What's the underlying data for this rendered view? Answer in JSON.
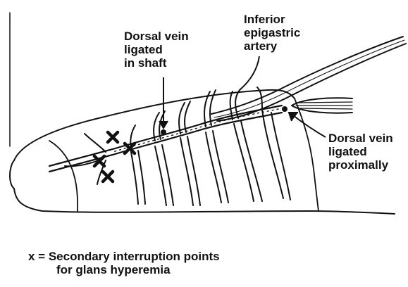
{
  "labels": {
    "dorsal_vein_shaft": [
      "Dorsal vein",
      "ligated",
      "in shaft"
    ],
    "inferior_epigastric_artery": [
      "Inferior",
      "epigastric",
      "artery"
    ],
    "dorsal_vein_proximal": [
      "Dorsal vein",
      "ligated",
      "proximally"
    ]
  },
  "legend": {
    "line1": "x = Secondary interruption points",
    "line2": "for glans hyperemia"
  },
  "colors": {
    "ink": "#111111",
    "background": "#ffffff"
  },
  "icons": [
    "x-mark-icon",
    "arrow-icon"
  ]
}
